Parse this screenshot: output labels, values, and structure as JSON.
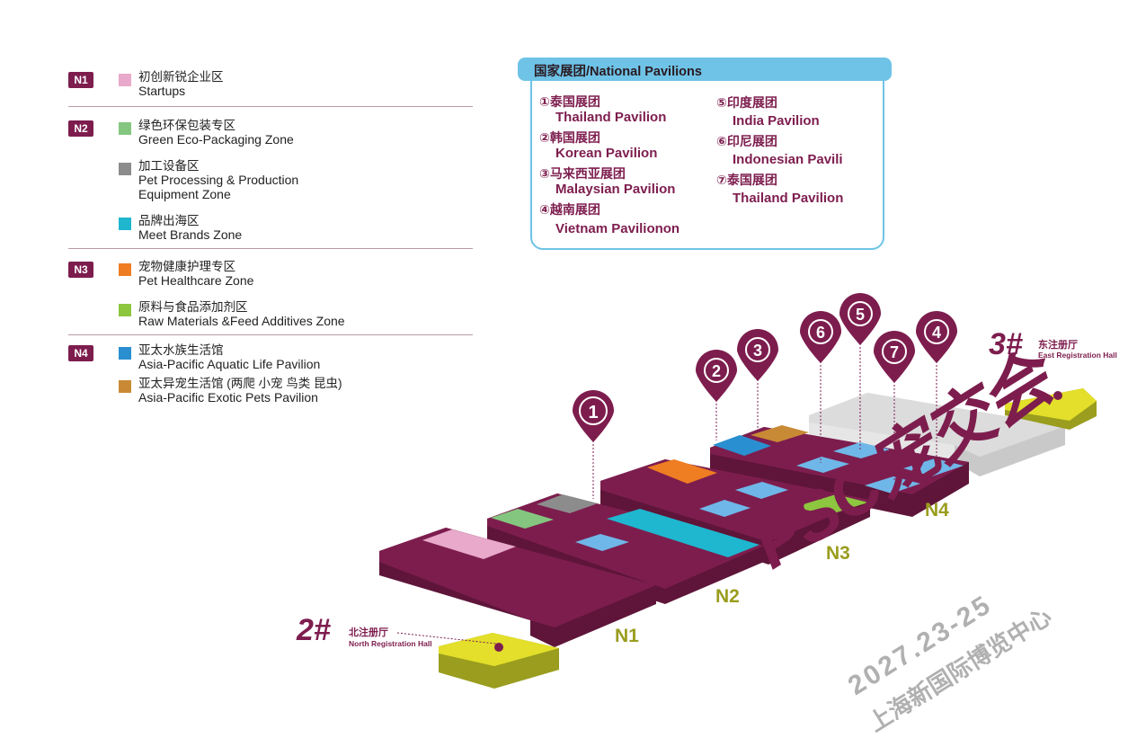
{
  "legend": {
    "groups": [
      {
        "hall": "N1",
        "zones": [
          {
            "zh": "初创新锐企业区",
            "en": [
              "Startups"
            ],
            "color": "#e8a9cb"
          }
        ]
      },
      {
        "hall": "N2",
        "zones": [
          {
            "zh": "绿色环保包装专区",
            "en": [
              "Green Eco-Packaging Zone"
            ],
            "color": "#84c67f"
          },
          {
            "zh": "加工设备区",
            "en": [
              "Pet Processing & Production",
              "Equipment Zone"
            ],
            "color": "#8c8c8c"
          },
          {
            "zh": "品牌出海区",
            "en": [
              "Meet Brands Zone"
            ],
            "color": "#1fb6cf"
          }
        ]
      },
      {
        "hall": "N3",
        "zones": [
          {
            "zh": "宠物健康护理专区",
            "en": [
              "Pet Healthcare Zone"
            ],
            "color": "#ef7d22"
          },
          {
            "zh": "原料与食品添加剂区",
            "en": [
              "Raw Materials &Feed Additives Zone"
            ],
            "color": "#8dc63f"
          }
        ]
      },
      {
        "hall": "N4",
        "zones": [
          {
            "zh": "亚太水族生活馆",
            "en": [
              "Asia-Pacific Aquatic Life Pavilion"
            ],
            "color": "#2a8fd0"
          },
          {
            "zh": "亚太异宠生活馆 (两爬  小宠  鸟类  昆虫)",
            "en": [
              "Asia-Pacific Exotic Pets Pavilion"
            ],
            "color": "#c98a35"
          }
        ]
      }
    ]
  },
  "national_pavilions": {
    "title": "国家展团/National Pavilions",
    "items": [
      {
        "zh": "①泰国展团",
        "en": "Thailand Pavilion"
      },
      {
        "zh": "②韩国展团",
        "en": "Korean Pavilion"
      },
      {
        "zh": "③马来西亚展团",
        "en": "Malaysian Pavilion"
      },
      {
        "zh": "④越南展团",
        "en": "Vietnam Pavilionon"
      },
      {
        "zh": "⑤印度展团",
        "en": "India Pavilion"
      },
      {
        "zh": "⑥印尼展团",
        "en": "Indonesian Pavili"
      },
      {
        "zh": "⑦泰国展团",
        "en": "Thailand Pavilion"
      }
    ]
  },
  "map": {
    "halls": {
      "n1": "N1",
      "n2": "N2",
      "n3": "N3",
      "n4": "N4"
    },
    "pins": [
      "①",
      "②",
      "③",
      "④",
      "⑤",
      "⑥",
      "⑦"
    ],
    "north_registration": {
      "num": "2#",
      "zh": "北注册厅",
      "en": "North Registration Hall"
    },
    "east_registration": {
      "num": "3#",
      "zh": "东注册厅",
      "en": "East Registration Hall"
    },
    "colors": {
      "hall": "#7d1d4e",
      "hall_side": "#5e1539",
      "blue_zone": "#6fb7e8",
      "reg_top": "#e3df2a",
      "reg_side": "#9a9d1e",
      "gray_hall": "#d9d9d9"
    }
  },
  "branding": {
    "logo": "PSC宠交会",
    "date": "2027.23-25",
    "venue": "上海新国际博览中心"
  }
}
